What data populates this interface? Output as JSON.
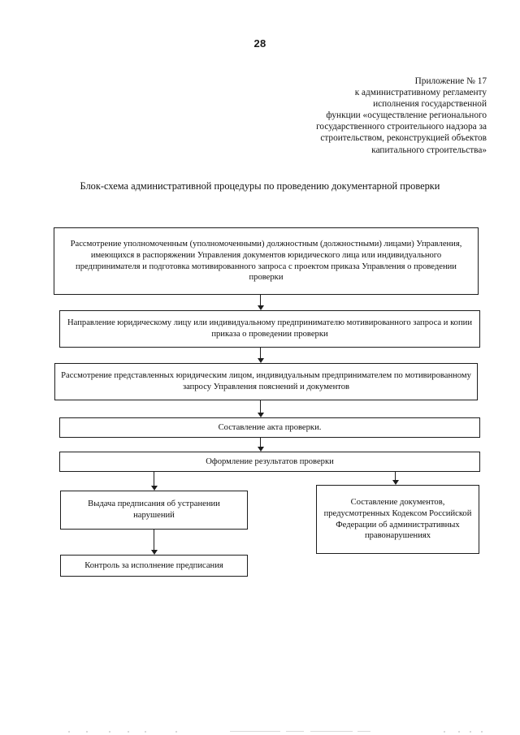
{
  "page": {
    "number": "28"
  },
  "reference": {
    "lines": [
      "Приложение № 17",
      "к административному регламенту",
      "исполнения государственной",
      "функции «осуществление регионального",
      "государственного строительного надзора за",
      "строительством, реконструкцией объектов",
      "капитального строительства»"
    ]
  },
  "title": {
    "line1": "Блок-схема административной процедуры по  проведению документарной",
    "line2": "проверки"
  },
  "flowchart": {
    "type": "flowchart",
    "nodes": [
      {
        "id": "node-1",
        "text": "Рассмотрение уполномоченным (уполномоченными) должностным (должностными) лицами) Управления, имеющихся в распоряжении Управления документов юридического лица или индивидуального предпринимателя и подготовка мотивированного запроса с проектом приказа Управления о проведении проверки"
      },
      {
        "id": "node-2",
        "text": "Направление юридическому лицу или индивидуальному предпринимателю мотивированного запроса и копии приказа о проведении проверки"
      },
      {
        "id": "node-3",
        "text": "Рассмотрение представленных юридическим лицом, индивидуальным предпринимателем по мотивированному запросу Управления пояснений и документов"
      },
      {
        "id": "node-4",
        "text": "Составление акта проверки."
      },
      {
        "id": "node-5",
        "text": "Оформление результатов проверки"
      },
      {
        "id": "node-6",
        "text": "Выдача предписания об устранении нарушений"
      },
      {
        "id": "node-7",
        "text": "Составление документов, предусмотренных Кодексом Российской Федерации об административных правонарушениях"
      },
      {
        "id": "node-8",
        "text": "Контроль за исполнение предписания"
      }
    ],
    "edges": [
      {
        "from": "node-1",
        "to": "node-2"
      },
      {
        "from": "node-2",
        "to": "node-3"
      },
      {
        "from": "node-3",
        "to": "node-4"
      },
      {
        "from": "node-4",
        "to": "node-5"
      },
      {
        "from": "node-5",
        "to": "node-6"
      },
      {
        "from": "node-5",
        "to": "node-7"
      },
      {
        "from": "node-6",
        "to": "node-8"
      }
    ]
  },
  "colors": {
    "ink": "#111111",
    "rule": "#1d1d1d",
    "paper": "#ffffff"
  }
}
